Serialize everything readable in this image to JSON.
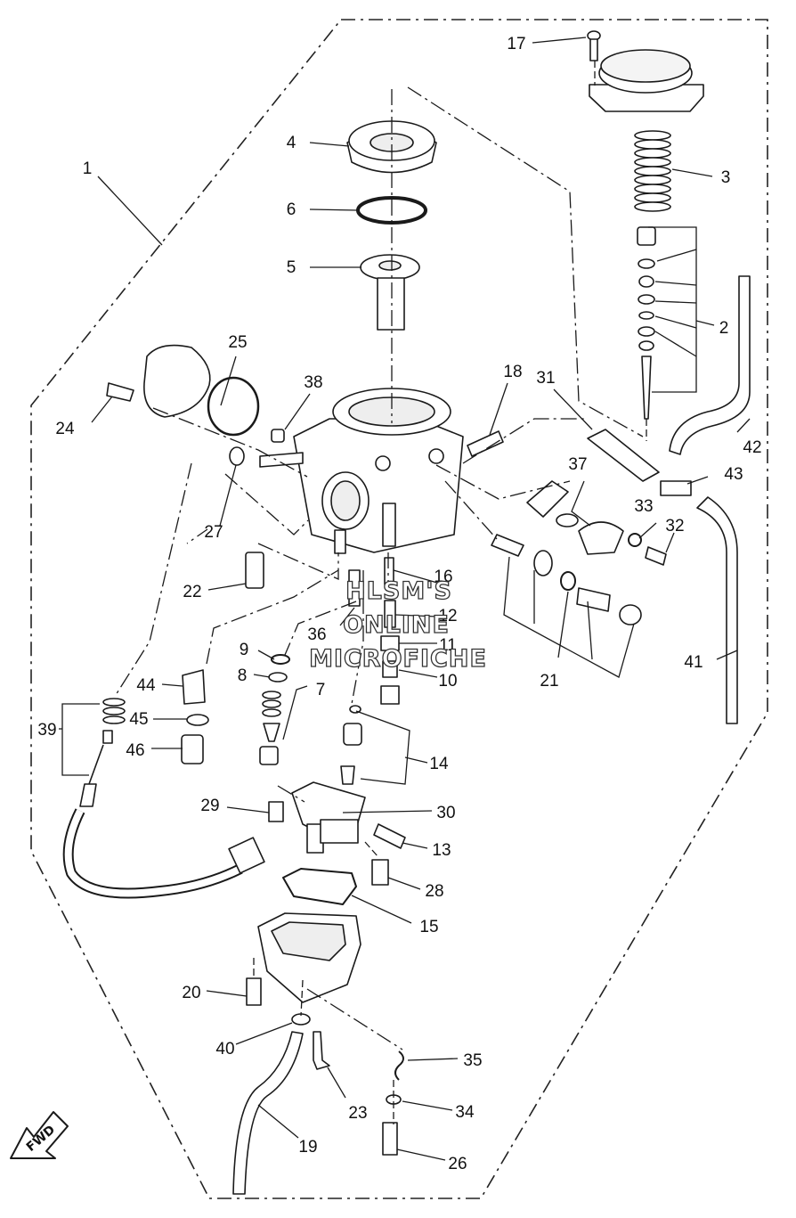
{
  "diagram": {
    "callouts": [
      "1",
      "2",
      "3",
      "4",
      "5",
      "6",
      "7",
      "8",
      "9",
      "10",
      "11",
      "12",
      "13",
      "14",
      "15",
      "16",
      "17",
      "18",
      "19",
      "20",
      "21",
      "22",
      "23",
      "24",
      "25",
      "26",
      "27",
      "28",
      "29",
      "30",
      "31",
      "32",
      "33",
      "34",
      "35",
      "36",
      "37",
      "38",
      "39",
      "40",
      "41",
      "42",
      "43",
      "44",
      "45",
      "46"
    ],
    "watermark": [
      "HLSM'S",
      "ONLINE",
      "MICROFICHE"
    ],
    "direction_label": "FWD"
  }
}
